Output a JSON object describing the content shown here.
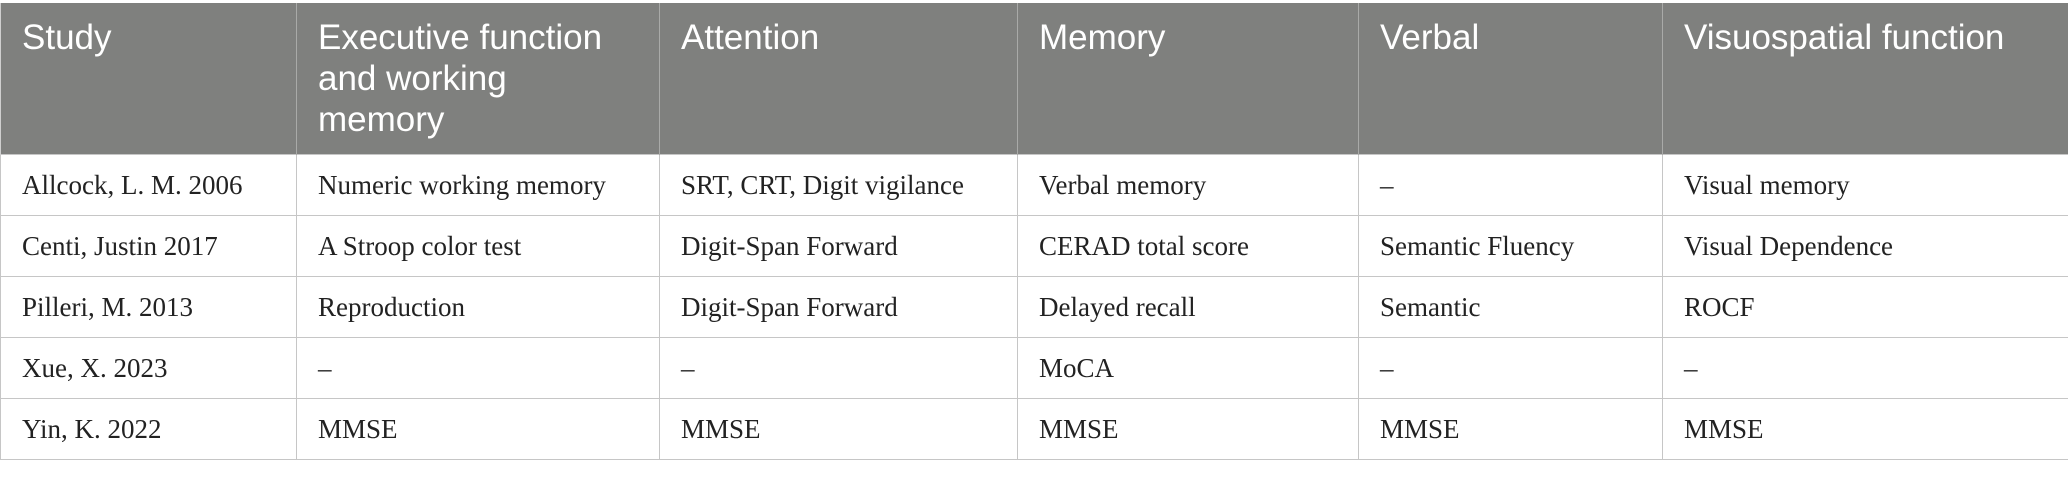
{
  "table": {
    "headers": [
      "Study",
      "Executive function and working memory",
      "Attention",
      "Memory",
      "Verbal",
      "Visuospatial function"
    ],
    "rows": [
      [
        "Allcock, L. M. 2006",
        "Numeric working memory",
        "SRT, CRT, Digit vigilance",
        "Verbal memory",
        "–",
        "Visual memory"
      ],
      [
        "Centi, Justin 2017",
        "A Stroop color test",
        "Digit-Span Forward",
        "CERAD total score",
        "Semantic Fluency",
        "Visual Dependence"
      ],
      [
        "Pilleri, M. 2013",
        "Reproduction",
        "Digit-Span Forward",
        "Delayed recall",
        "Semantic",
        "ROCF"
      ],
      [
        "Xue, X. 2023",
        "–",
        "–",
        "MoCA",
        "–",
        "–"
      ],
      [
        "Yin, K. 2022",
        "MMSE",
        "MMSE",
        "MMSE",
        "MMSE",
        "MMSE"
      ]
    ]
  },
  "colors": {
    "header_background": "#7f807e",
    "header_text": "#ffffff",
    "grid_line": "#c6c6c6"
  }
}
